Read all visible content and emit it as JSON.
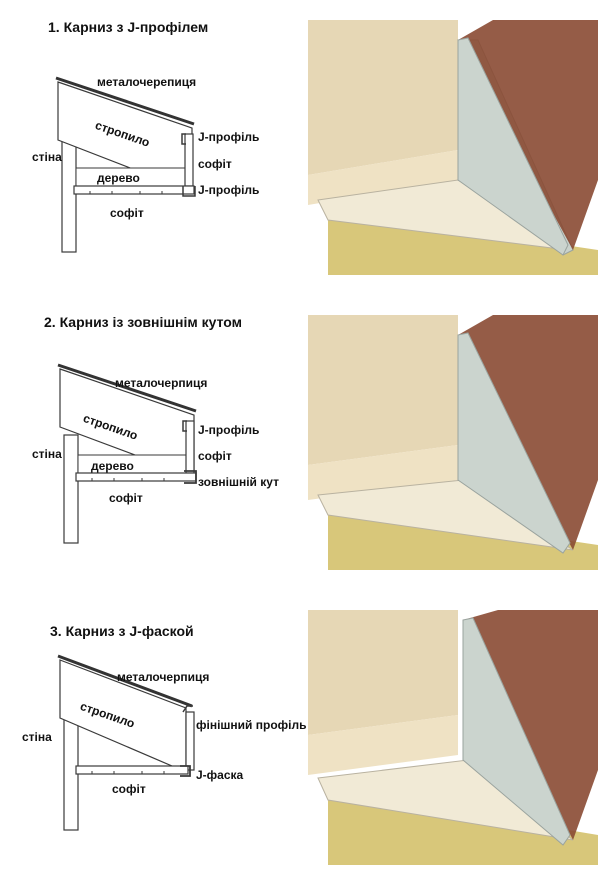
{
  "colors": {
    "line": "#3a3a3a",
    "roof": "#333333",
    "cream": "#efe6cf",
    "fascia": "#c9d2cc",
    "wall": "#d8c77a",
    "tile": "#8a4a33"
  },
  "sections": [
    {
      "title": "1. Карниз з J-профілем",
      "labels": {
        "roof": "металочерепиця",
        "rafter": "стропило",
        "wall": "стіна",
        "wood": "дерево",
        "soffit": "софіт",
        "side_soffit": "софіт",
        "top_profile": "J-профіль",
        "bottom_profile": "J-профіль"
      }
    },
    {
      "title": "2. Карниз із зовнішнім кутом",
      "labels": {
        "roof": "металочерпиця",
        "rafter": "стропило",
        "wall": "стіна",
        "wood": "дерево",
        "soffit": "софіт",
        "side_soffit": "софіт",
        "top_profile": "J-профіль",
        "bottom_profile": "зовнішній кут"
      }
    },
    {
      "title": "3. Карниз з J-фаской",
      "labels": {
        "roof": "металочерпиця",
        "rafter": "стропило",
        "wall": "стіна",
        "soffit": "софіт",
        "top_profile": "фінішний профіль",
        "bottom_profile": "J-фаска"
      }
    }
  ]
}
